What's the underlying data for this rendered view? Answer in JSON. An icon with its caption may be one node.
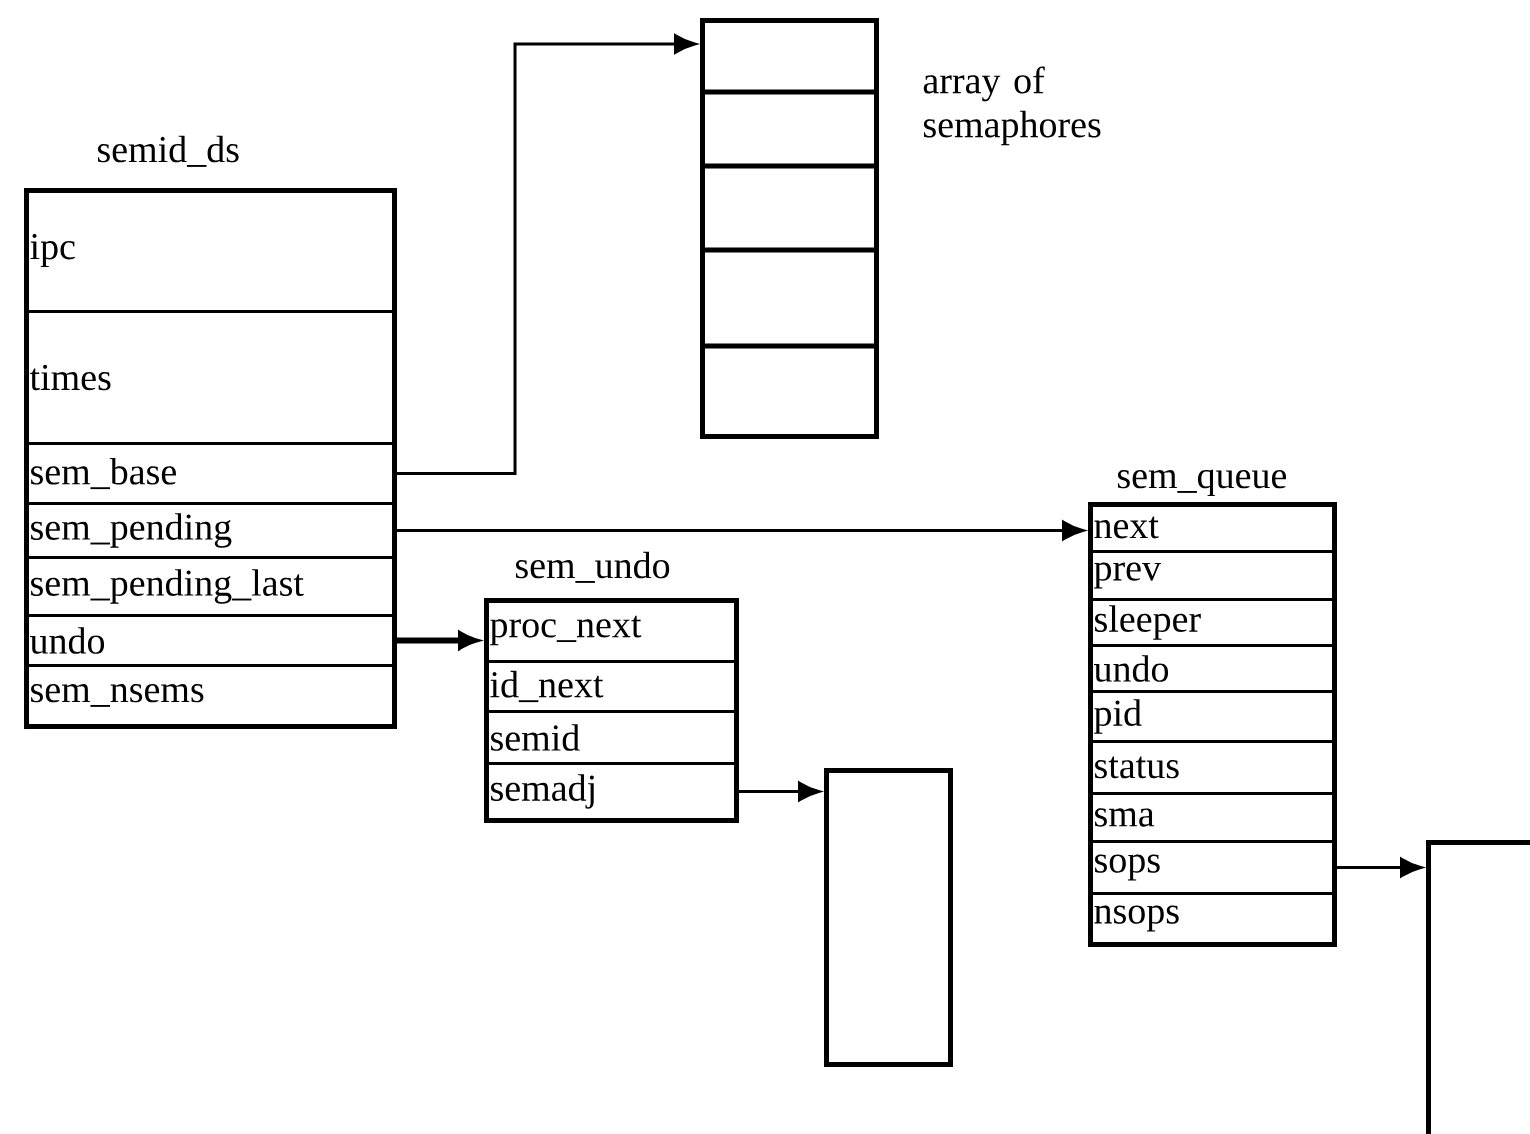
{
  "diagram": {
    "nodes": [
      {
        "text": [
          "semid_ds"
        ]
      },
      {
        "text": [
          "ipc"
        ],
        "in": 0
      },
      {
        "text": [
          "times"
        ],
        "in": 0
      },
      {
        "text": [
          "sem_base"
        ],
        "in": 0
      },
      {
        "text": [
          "sem_pending"
        ],
        "in": 0
      },
      {
        "text": [
          "sem_pending_last"
        ],
        "in": 0
      },
      {
        "text": [
          "undo"
        ],
        "in": 0
      },
      {
        "text": [
          "sem_nsems"
        ],
        "in": 0
      },
      {
        "text": [],
        "shape": "box",
        "beside": [
          "array of semaphores"
        ]
      },
      {
        "text": [
          "sem_queue"
        ]
      },
      {
        "text": [
          "next"
        ],
        "in": 9
      },
      {
        "text": [
          "prev"
        ],
        "in": 9
      },
      {
        "text": [
          "sleeper"
        ],
        "in": 9
      },
      {
        "text": [
          "undo"
        ],
        "in": 9
      },
      {
        "text": [
          "pid"
        ],
        "in": 9
      },
      {
        "text": [
          "status"
        ],
        "in": 9
      },
      {
        "text": [
          "sma"
        ],
        "in": 9
      },
      {
        "text": [
          "sops"
        ],
        "in": 9
      },
      {
        "text": [
          "nsops"
        ],
        "in": 9
      },
      {
        "text": [
          "sem_undo"
        ]
      },
      {
        "text": [
          "proc_next"
        ],
        "in": 19
      },
      {
        "text": [
          "id_next"
        ],
        "in": 19
      },
      {
        "text": [
          "semid"
        ],
        "in": 19
      },
      {
        "text": [
          "semadj"
        ],
        "in": 19
      },
      {
        "text": [],
        "shape": "box"
      },
      {
        "text": [],
        "shape": "box"
      }
    ],
    "edges": [
      {
        "from": 3,
        "to": 8,
        "arrow": "to"
      },
      {
        "from": 4,
        "to": 10,
        "arrow": "to"
      },
      {
        "from": 6,
        "to": 20,
        "arrow": "to",
        "style": "thick"
      },
      {
        "from": 23,
        "to": 24,
        "arrow": "to"
      },
      {
        "from": 17,
        "to": 25,
        "arrow": "to"
      }
    ]
  }
}
